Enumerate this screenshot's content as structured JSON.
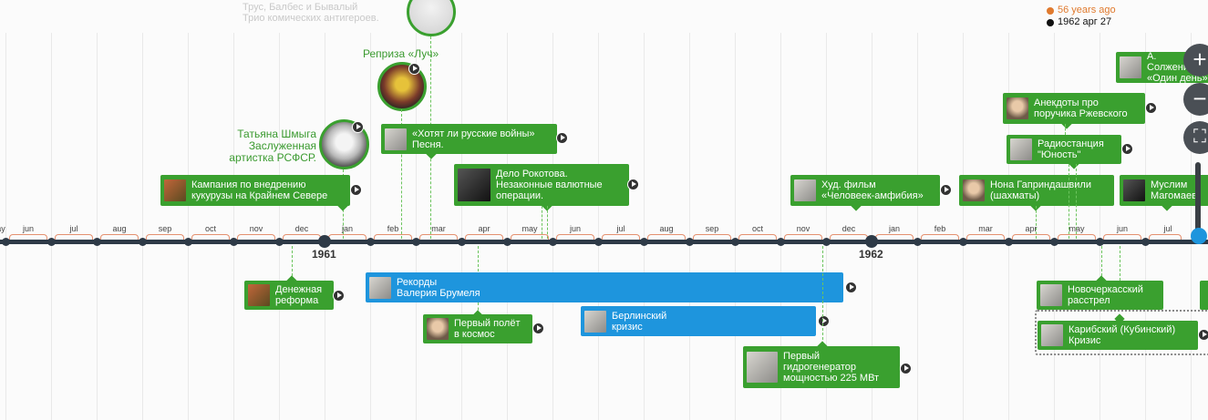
{
  "faded_header": {
    "line1": "Трус, Балбес и Бывалый",
    "line2": "Трио комических антигероев."
  },
  "age_indicator": {
    "years_ago": "56 years ago",
    "date": "1962 арг 27",
    "years_ago_color": "#e07a2e",
    "date_color": "#111111"
  },
  "axis": {
    "months": [
      "ay",
      "jun",
      "jul",
      "aug",
      "sep",
      "oct",
      "nov",
      "dec",
      "jan",
      "feb",
      "mar",
      "apr",
      "may",
      "jun",
      "jul",
      "aug",
      "sep",
      "oct",
      "nov",
      "dec",
      "jan",
      "feb",
      "mar",
      "apr",
      "may",
      "jun",
      "jul"
    ],
    "years": [
      "1961",
      "1962"
    ]
  },
  "portraits": [
    {
      "label": "Реприза «Луч»"
    },
    {
      "label": "Татьяна Шмыга\nЗаслуженная\nартистка РСФСР."
    }
  ],
  "events_top": [
    {
      "label": "Кампания по внедрению\nкукурузы на Крайнем Севере"
    },
    {
      "label": "«Хотят ли русские войны»\nПесня."
    },
    {
      "label": "Дело Рокотова.\nНезаконные валютные\nоперации."
    },
    {
      "label": "Худ. фильм\n«Человеек-амфибия»"
    },
    {
      "label": "Нона Гаприндашвили\n(шахматы)"
    },
    {
      "label": "Муслим\nМагомаев"
    },
    {
      "label": "Радиостанция\n\"Юность\""
    },
    {
      "label": "Анекдоты про\nпоручика Ржевского"
    },
    {
      "label": "А. Солженицын\n«Один день»"
    }
  ],
  "events_bottom": [
    {
      "label": "Денежная\nреформа"
    },
    {
      "label": "Рекорды\nВалерия Брумеля"
    },
    {
      "label": "Первый полёт\nв космос"
    },
    {
      "label": "Берлинский\nкризис"
    },
    {
      "label": "Первый\nгидрогенератор\nмощностью  225 МВт"
    },
    {
      "label": "Новочеркасский\nрасстрел"
    },
    {
      "label": "Карибский (Кубинский)\nКризис"
    }
  ],
  "controls": {
    "zoom_in": "+",
    "zoom_out": "−",
    "fullscreen": "⛶"
  },
  "colors": {
    "event_green": "#3aa02f",
    "period_blue": "#1e95dd",
    "axis": "#2e3a47"
  }
}
